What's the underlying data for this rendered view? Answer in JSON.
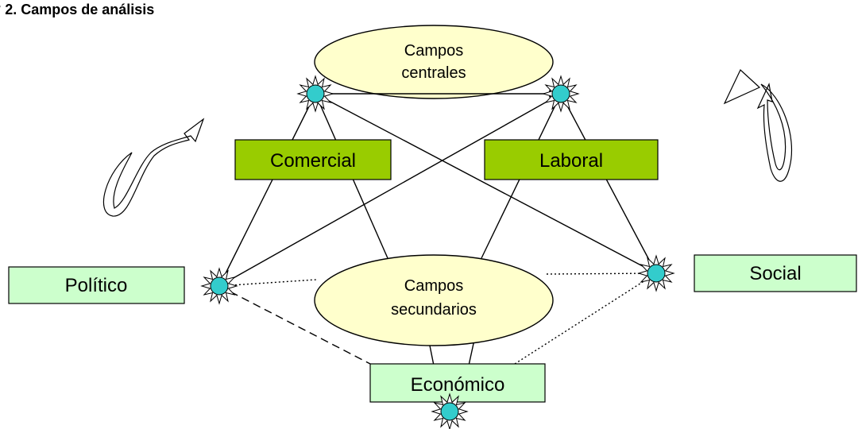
{
  "title": "° 2.  Campos de análisis",
  "nodes": {
    "central": {
      "line1": "Campos",
      "line2": "centrales"
    },
    "secondary": {
      "line1": "Campos",
      "line2": "secundarios"
    },
    "comercial": "Comercial",
    "laboral": "Laboral",
    "politico": "Político",
    "social": "Social",
    "economico": "Económico"
  },
  "colors": {
    "ellipse_fill": "#ffffcc",
    "green_box": "#99cc00",
    "light_green_box": "#ccffcc",
    "star_fill": "#33cccc"
  },
  "icons": [
    "starburst-node-icon",
    "curved-arrow-icon"
  ]
}
